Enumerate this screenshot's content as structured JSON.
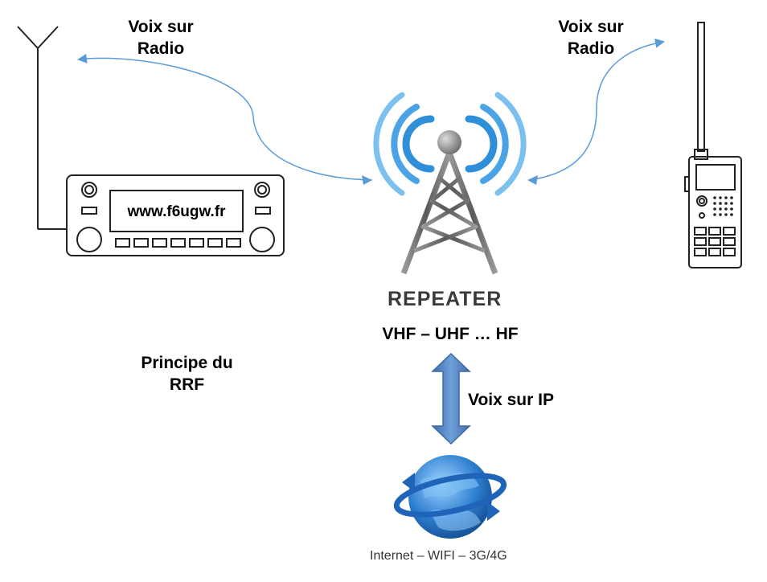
{
  "labels": {
    "voice_radio_left_line1": "Voix sur",
    "voice_radio_left_line2": "Radio",
    "voice_radio_right_line1": "Voix sur",
    "voice_radio_right_line2": "Radio",
    "repeater": "REPEATER",
    "bands": "VHF – UHF … HF",
    "voice_ip": "Voix sur IP",
    "principle_line1": "Principe du",
    "principle_line2": "RRF",
    "transceiver_display": "www.f6ugw.fr",
    "network_caption": "Internet – WIFI – 3G/4G"
  },
  "colors": {
    "link_line": "#5b9bd5",
    "ip_arrow": "#4a7ebb",
    "signal_waves": "#2f8fd8",
    "tower": "#6a6a6a",
    "globe": "#2a78c8"
  },
  "icons": [
    "antenna-icon",
    "mobile-transceiver-icon",
    "repeater-tower-icon",
    "handheld-radio-icon",
    "globe-icon"
  ]
}
